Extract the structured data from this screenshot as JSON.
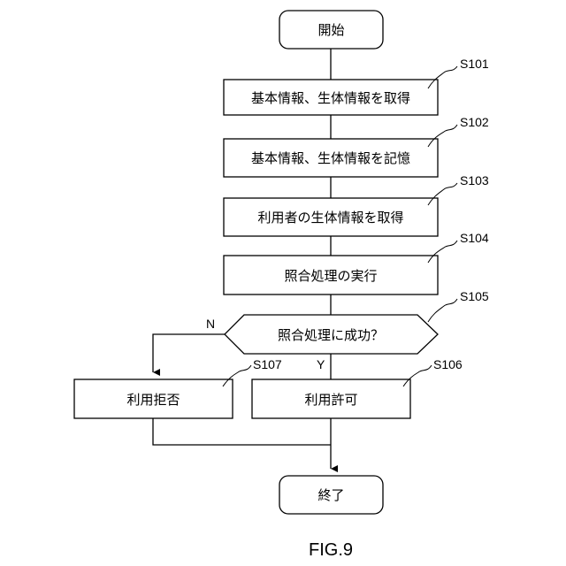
{
  "diagram": {
    "start_label": "開始",
    "end_label": "終了",
    "steps": {
      "s101": {
        "id": "S101",
        "text": "基本情報、生体情報を取得"
      },
      "s102": {
        "id": "S102",
        "text": "基本情報、生体情報を記憶"
      },
      "s103": {
        "id": "S103",
        "text": "利用者の生体情報を取得"
      },
      "s104": {
        "id": "S104",
        "text": "照合処理の実行"
      },
      "s105": {
        "id": "S105",
        "text": "照合処理に成功？"
      },
      "s106": {
        "id": "S106",
        "text": "利用許可"
      },
      "s107": {
        "id": "S107",
        "text": "利用拒否"
      }
    },
    "branch_no": "N",
    "branch_yes": "Y"
  },
  "caption": "FIG.9"
}
